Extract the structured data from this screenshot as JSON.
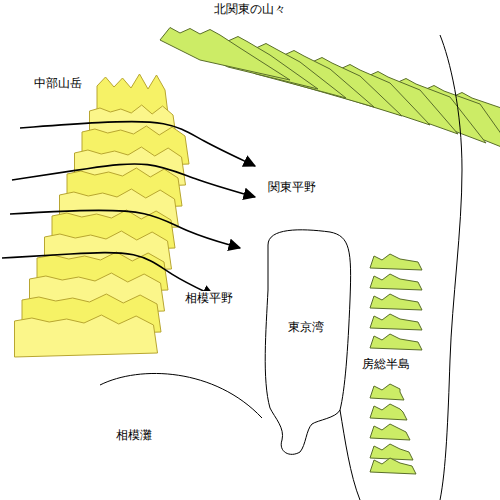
{
  "diagram": {
    "labels": [
      "北関東の山々",
      "中部山岳",
      "関東平野",
      "相模平野",
      "東京湾",
      "房総半島",
      "相模灘"
    ]
  }
}
